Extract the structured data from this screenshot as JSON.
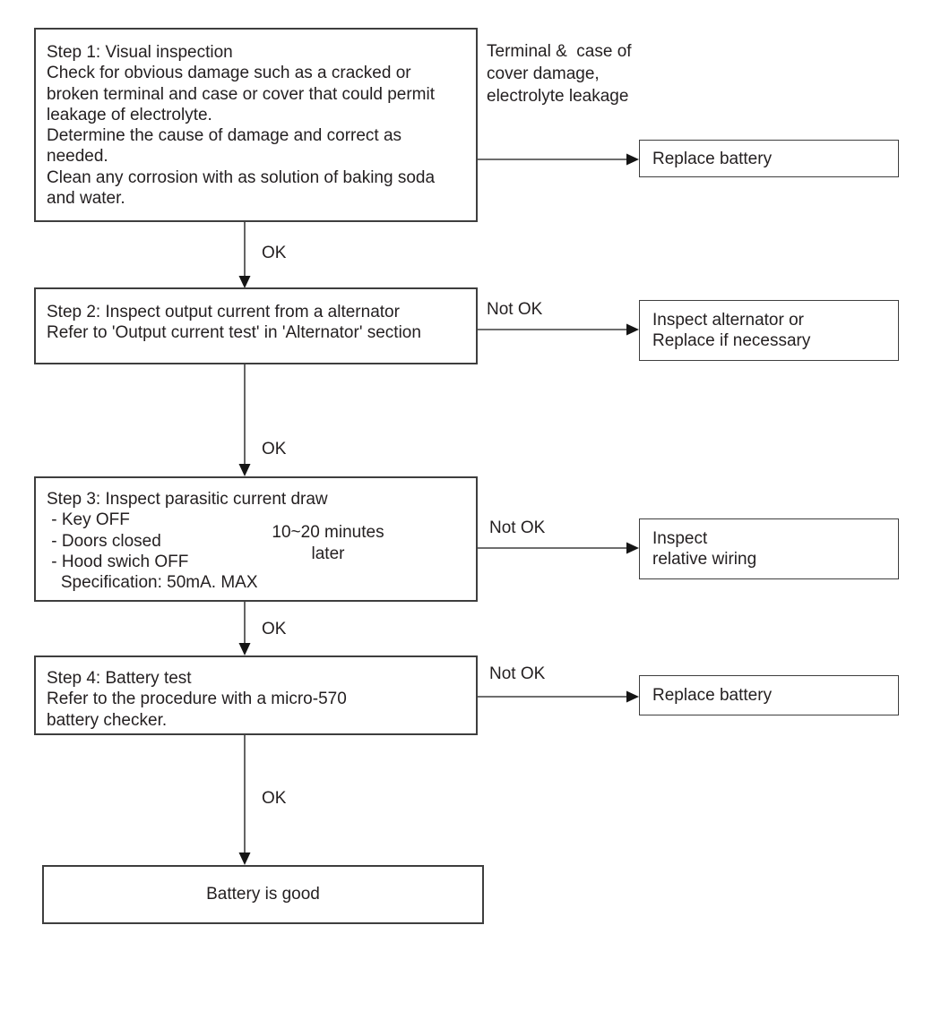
{
  "colors": {
    "background": "#ffffff",
    "text": "#231f20",
    "line": "#3e3e3e",
    "arrowhead": "#151515"
  },
  "labels": {
    "ok": "OK",
    "not_ok": "Not OK"
  },
  "annotations": {
    "terminal_note": "Terminal &  case of\ncover damage,\nelectrolyte leakage",
    "wait_note": "10~20 minutes\nlater"
  },
  "nodes": {
    "step1": {
      "text": "Step 1: Visual inspection\nCheck for obvious damage such as a cracked or\nbroken terminal and case or cover that could permit\nleakage of electrolyte.\nDetermine the cause of damage and correct as\nneeded.\nClean any corrosion with as solution of baking soda\nand water."
    },
    "replace_battery_1": {
      "text": "Replace battery"
    },
    "step2": {
      "text": "Step 2: Inspect output current from a alternator\nRefer to 'Output current test' in 'Alternator' section"
    },
    "inspect_alternator": {
      "text": "Inspect alternator or\nReplace if necessary"
    },
    "step3": {
      "text": "Step 3: Inspect parasitic current draw\n - Key OFF\n - Doors closed\n - Hood swich OFF\n   Specification: 50mA. MAX"
    },
    "inspect_wiring": {
      "text": "Inspect\nrelative wiring"
    },
    "step4": {
      "text": "Step 4: Battery test\nRefer to the procedure with a micro-570\nbattery checker."
    },
    "replace_battery_2": {
      "text": "Replace battery"
    },
    "battery_good": {
      "text": "Battery is good"
    }
  }
}
